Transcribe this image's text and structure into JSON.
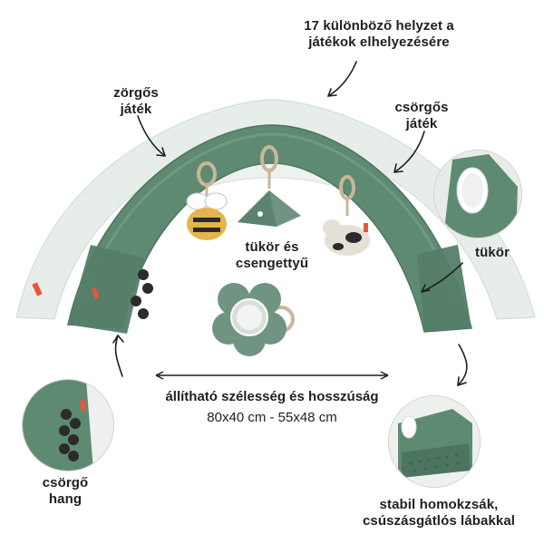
{
  "labels": {
    "positions": [
      "17 különböző helyzet a",
      "játékok elhelyezésére"
    ],
    "rattle_left": [
      "zörgős",
      "játék"
    ],
    "rattle_right": [
      "csörgős",
      "játék"
    ],
    "mirror_bell": [
      "tükör és",
      "csengettyű"
    ],
    "mirror": "tükör",
    "adjustable": "állítható szélesség és hosszúság",
    "sizes": "80x40 cm - 55x48 cm",
    "rattle_sound": [
      "csörgő",
      "hang"
    ],
    "sandbag": [
      "stabil homokzsák,",
      "csúszásgátlós lábakkal"
    ]
  },
  "colors": {
    "arch_green": "#5f8a72",
    "arch_dark": "#4c7560",
    "ghost": "#dbe5df",
    "text": "#1f1f1f",
    "tag": "#e8553b"
  }
}
